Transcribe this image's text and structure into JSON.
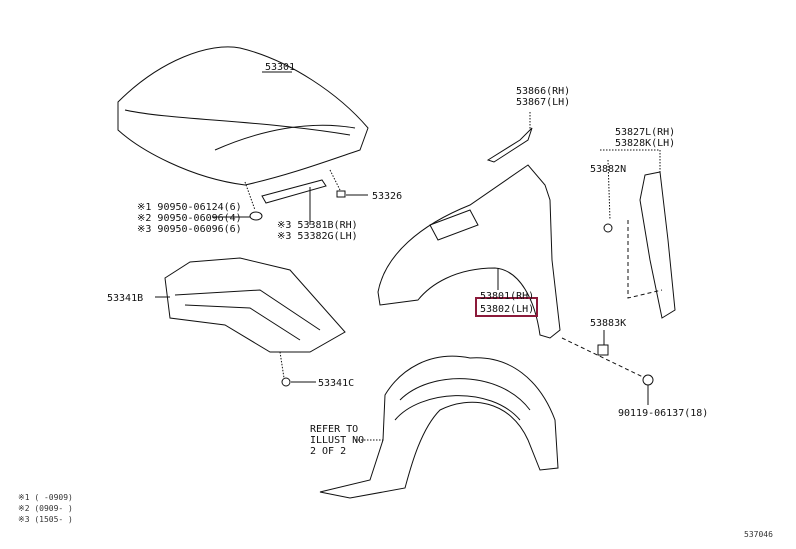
{
  "parts": {
    "hood": "53301",
    "hood_clip": "53326",
    "hood_seal_rh": "※3 53381B(RH)",
    "hood_seal_lh": "※3 53382G(LH)",
    "plug1": "※1 90950-06124(6)",
    "plug2": "※2 90950-06096(4)",
    "plug3": "※3 90950-06096(6)",
    "hood_insulator": "53341B",
    "insulator_clip": "53341C",
    "fender_seal_rh": "53866(RH)",
    "fender_seal_lh": "53867(LH)",
    "fender_bracket_rh": "53827L(RH)",
    "fender_bracket_lh": "53828K(LH)",
    "bracket_nut": "53882N",
    "fender_rh": "53801(RH)",
    "fender_lh": "53802(LH)",
    "fender_nut": "53883K",
    "bolt": "90119-06137(18)"
  },
  "refer_note": [
    "REFER TO",
    "ILLUST NO",
    "2 OF 2"
  ],
  "footnotes": [
    "※1 (     -0909)",
    "※2 (0909-     )",
    "※3 (1505-     )"
  ],
  "diagram_id": "537046",
  "highlight_color": "#8b1a3a"
}
